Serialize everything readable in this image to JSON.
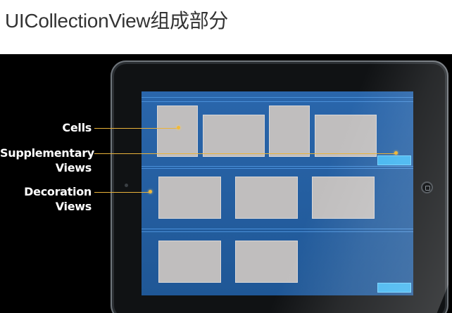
{
  "title": "UICollectionView组成部分",
  "callouts": {
    "cells": "Cells",
    "supplementary_line1": "Supplementary",
    "supplementary_line2": "Views",
    "decoration_line1": "Decoration",
    "decoration_line2": "Views"
  },
  "colors": {
    "screen_blue": "#1f5796",
    "cell_gray": "#c0bebe",
    "supplementary_cyan": "#3fb4f0",
    "leader_gold": "#e9b23a"
  },
  "icons": [
    "home-button-icon",
    "camera-icon"
  ]
}
